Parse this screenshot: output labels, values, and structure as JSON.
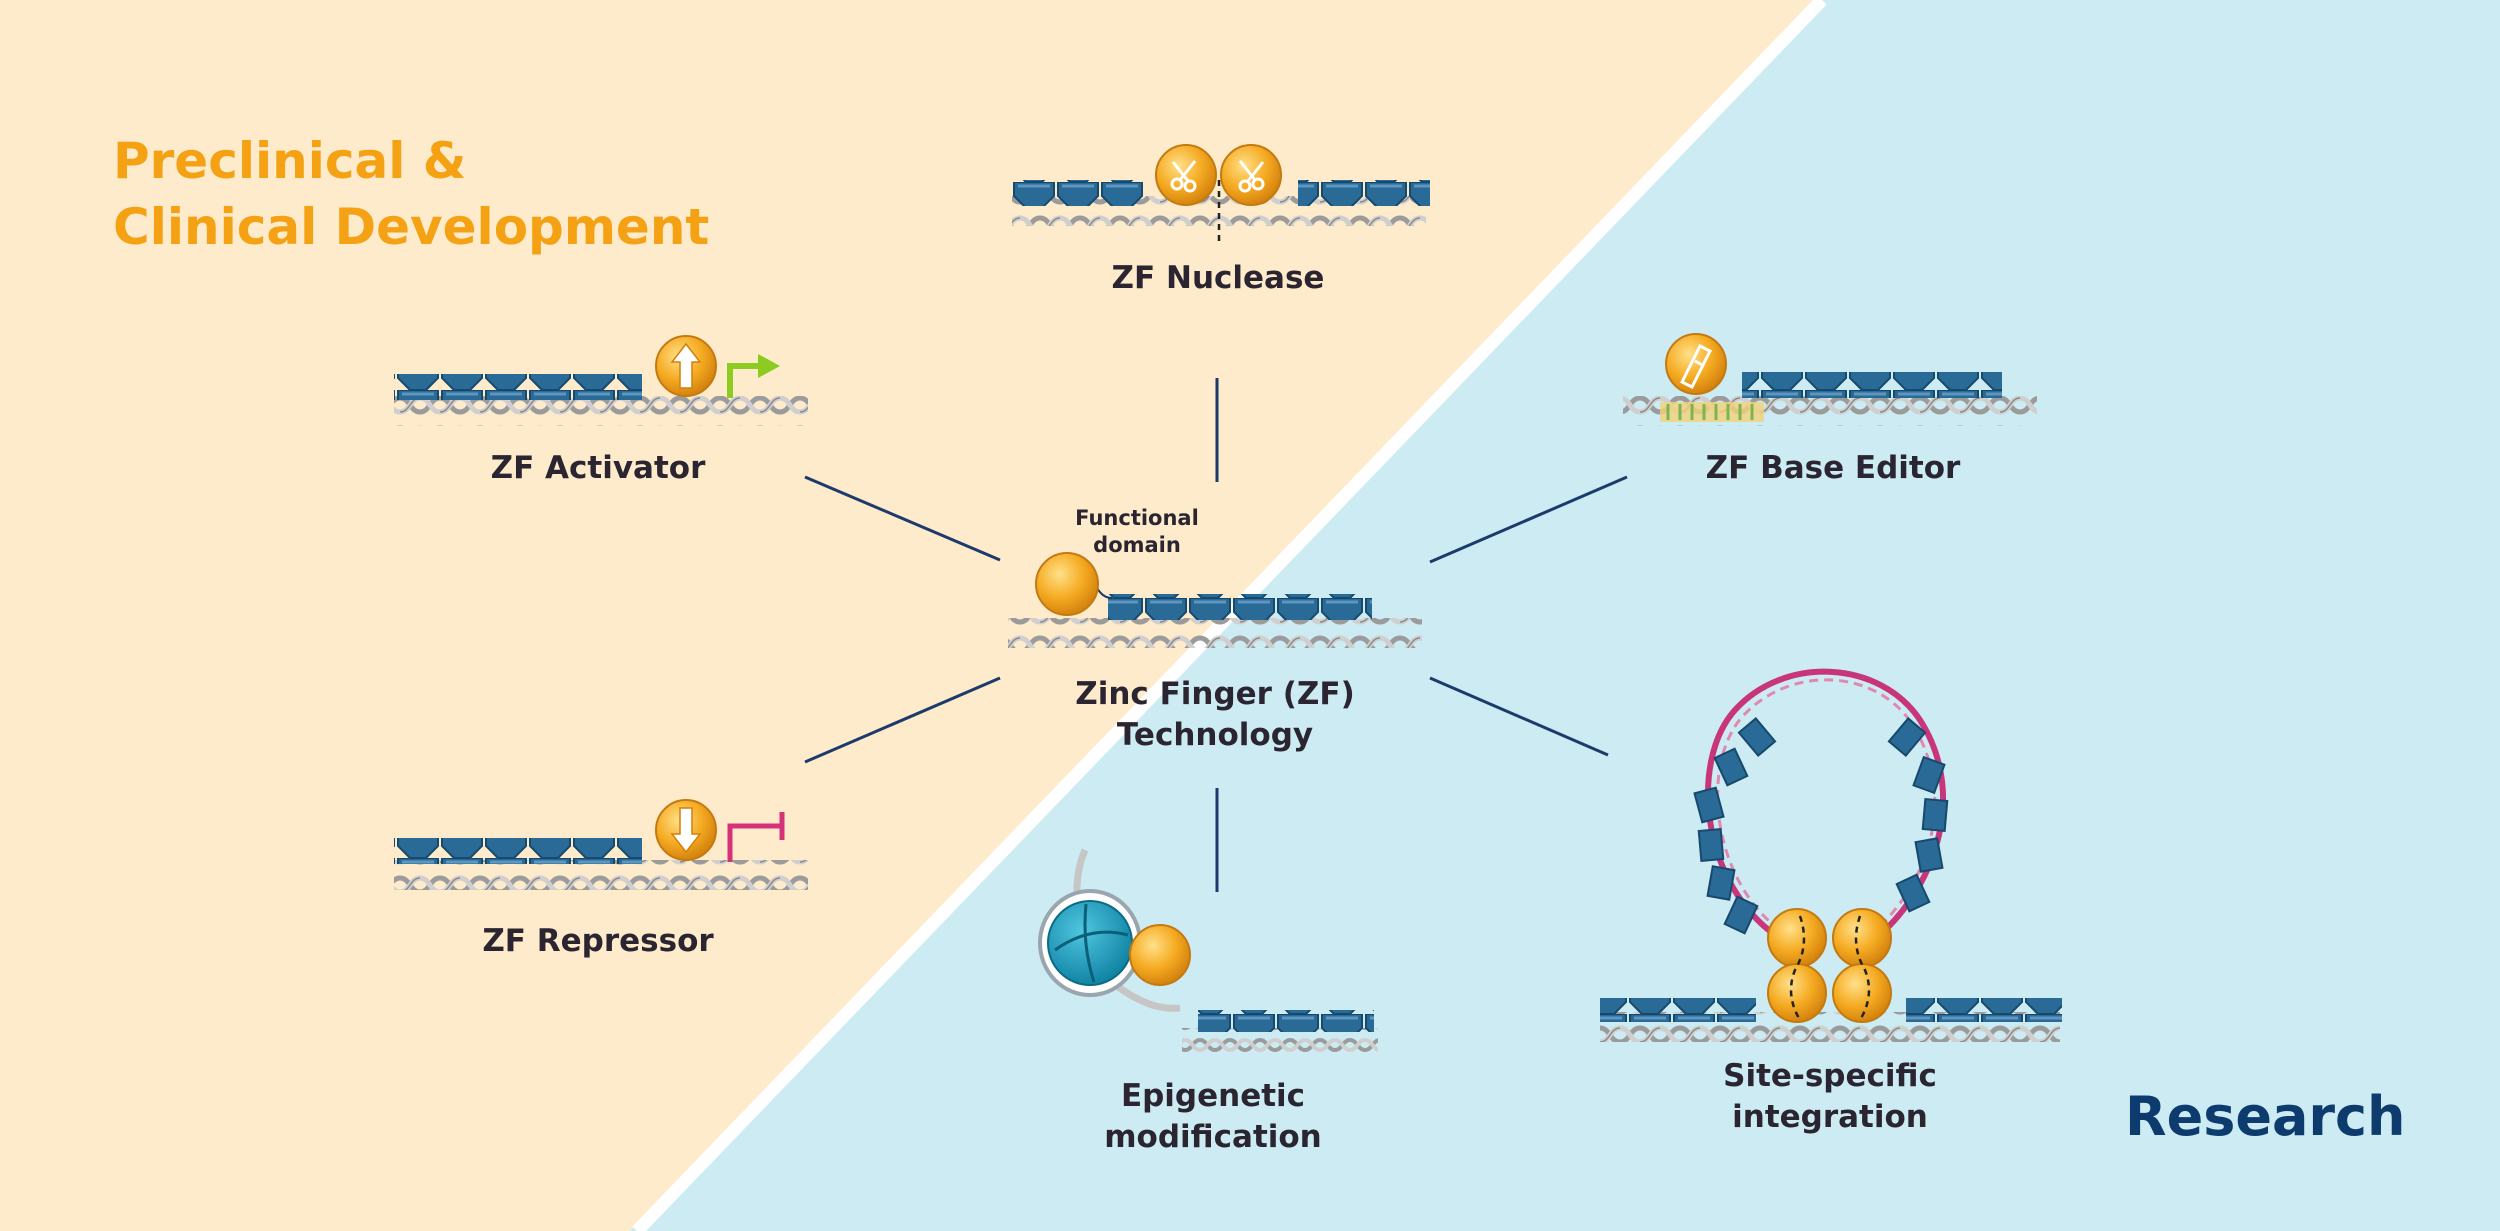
{
  "regions": {
    "left_title_line1": "Preclinical &",
    "left_title_line2": "Clinical Development",
    "right_title": "Research"
  },
  "nodes": {
    "center_small_1": "Functional",
    "center_small_2": "domain",
    "center_1": "Zinc Finger (ZF)",
    "center_2": "Technology",
    "nuclease": "ZF Nuclease",
    "activator": "ZF Activator",
    "base_editor": "ZF Base Editor",
    "repressor": "ZF Repressor",
    "epigenetic_1": "Epigenetic",
    "epigenetic_2": "modification",
    "integration_1": "Site-specific",
    "integration_2": "integration"
  },
  "colors": {
    "left_bg": "#FDEBCB",
    "right_bg": "#CCEBF2",
    "divider": "#FFFFFF",
    "left_title": "#F5A114",
    "right_title": "#0D3B6E",
    "connector": "#1C3A6B",
    "zf_blue": "#2A6A96",
    "domain_orange": "#F2A51F",
    "dna_gray": "#A8A8A8",
    "activator_arrow": "#8CCB1F",
    "repressor_bar": "#D6327A",
    "plasmid_pink": "#C8357A",
    "nucleosome_teal": "#1A9DBF"
  },
  "icons": [
    "up-arrow-icon",
    "down-arrow-icon",
    "scissors-icon",
    "pencil-icon",
    "nucleosome-icon",
    "transcription-start-arrow-icon",
    "repression-bar-icon"
  ]
}
